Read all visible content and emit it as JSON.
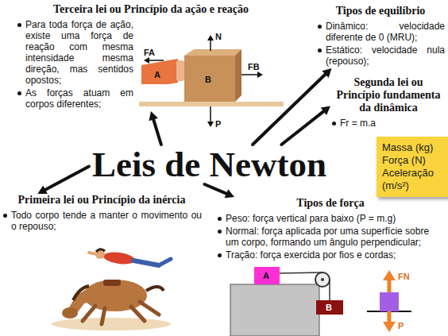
{
  "diagram": {
    "nodes": [
      {
        "text": [
          "Leis de Newton"
        ]
      },
      {
        "text": [
          "Terceira lei ou Princípio da ação e reação",
          "Para toda força de ação, existe uma força de reação com mesma intensidade mesma direção, mas sentidos opostos;",
          "As forças atuam em corpos diferentes;"
        ]
      },
      {
        "text": [
          "Tipos de equilíbrio",
          "Dinâmico: velocidade diferente de 0 (MRU);",
          "Estático: velocidade nula (repouso);"
        ]
      },
      {
        "text": [
          "Segunda lei ou Princípio fundamenta da dinâmica",
          "Fr = m.a"
        ]
      },
      {
        "text": [
          "Massa (kg) Força (N) Aceleração (m/s²)"
        ]
      },
      {
        "text": [
          "Primeira lei ou Princípio da inércia",
          "Todo corpo tende a manter o movimento ou o repouso;"
        ]
      },
      {
        "text": [
          "Tipos de força",
          "Peso: força vertical para baixo (P = m.g)",
          "Normal: força aplicada por uma superfície sobre um corpo, formando um ângulo perpendicular;",
          "Tração: força exercida por fios e cordas;"
        ]
      }
    ],
    "edges": [
      {
        "from": 0,
        "to": 1,
        "arrow": "to"
      },
      {
        "from": 0,
        "to": 2,
        "arrow": "to"
      },
      {
        "from": 0,
        "to": 3,
        "arrow": "to"
      },
      {
        "from": 0,
        "to": 5,
        "arrow": "to"
      },
      {
        "from": 0,
        "to": 6,
        "arrow": "to"
      }
    ],
    "labels": [
      "N",
      "FA",
      "FB",
      "A",
      "B",
      "P",
      "A",
      "B",
      "FN",
      "P"
    ]
  }
}
